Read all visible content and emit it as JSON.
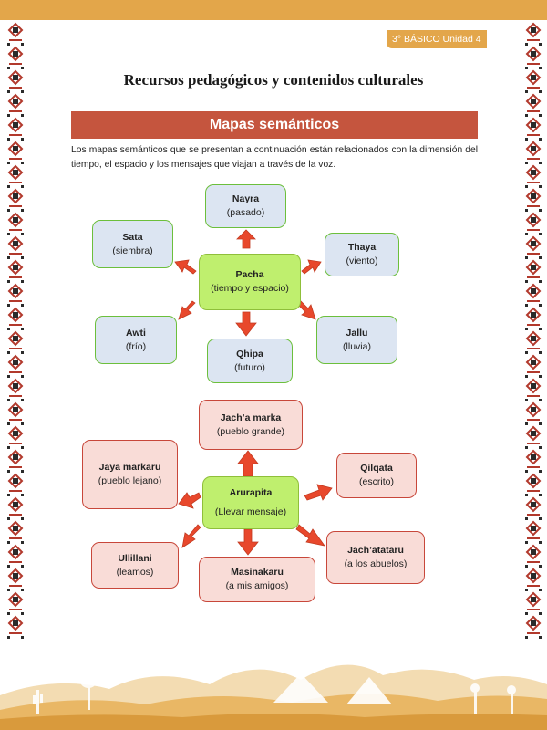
{
  "header": {
    "unit_label": "3° BÁSICO Unidad  4"
  },
  "page_title": "Recursos pedagógicos y contenidos culturales",
  "section_title": "Mapas semánticos",
  "intro": "Los mapas semánticos que se presentan a continuación están relacionados con la dimensión del tiempo, el espacio y los mensajes que viajan a través de la voz.",
  "map1": {
    "center": {
      "title": "Pacha",
      "subtitle": "(tiempo y espacio)"
    },
    "nayra": {
      "title": "Nayra",
      "subtitle": "(pasado)"
    },
    "sata": {
      "title": "Sata",
      "subtitle": "(siembra)"
    },
    "thaya": {
      "title": "Thaya",
      "subtitle": "(viento)"
    },
    "awti": {
      "title": "Awti",
      "subtitle": "(frío)"
    },
    "jallu": {
      "title": "Jallu",
      "subtitle": "(lluvia)"
    },
    "qhipa": {
      "title": "Qhipa",
      "subtitle": "(futuro)"
    }
  },
  "map2": {
    "center": {
      "title": "Arurapita",
      "subtitle": "(Llevar mensaje)"
    },
    "jacha": {
      "title": "Jach’a marka",
      "subtitle": "(pueblo grande)"
    },
    "jaya": {
      "title": "Jaya markaru",
      "subtitle": "(pueblo lejano)"
    },
    "qilqata": {
      "title": "Qilqata",
      "subtitle": "(escrito)"
    },
    "ullillani": {
      "title": "Ullillani",
      "subtitle": "(leamos)"
    },
    "masinakaru": {
      "title": "Masinakaru",
      "subtitle": "(a mis amigos)"
    },
    "jachatataru": {
      "title": "Jach’atataru",
      "subtitle": "(a los abuelos)"
    }
  },
  "colors": {
    "accent": "#e3a64a",
    "section_bar": "#c5553e",
    "arrow": "#e8482c",
    "blue_box": "#dce5f2",
    "pink_box": "#f9dcd7",
    "green_box": "#bfef6e"
  }
}
